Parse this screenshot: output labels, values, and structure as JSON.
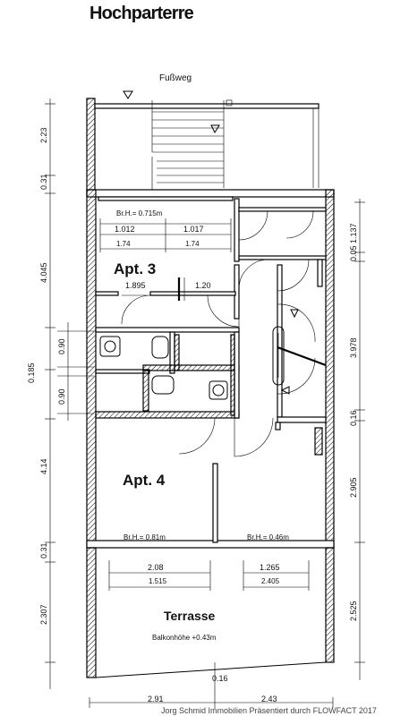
{
  "title": "Hochparterre",
  "street_label": "Fußweg",
  "rooms": {
    "apt3": "Apt. 3",
    "apt4": "Apt. 4",
    "terrace": "Terrasse",
    "balcony_height": "Balkonhöhe +0.43m"
  },
  "window_labels": {
    "top": "Br.H.= 0.715m",
    "bottom_left": "Br.H.= 0.81m",
    "bottom_right": "Br.H.= 0.46m"
  },
  "window_dims": {
    "w1_top": "1.012",
    "w1_bottom": "1.74",
    "w2_top": "1.017",
    "w2_bottom": "1.74",
    "door_a": "1.895",
    "door_b": "1.20",
    "t1_top": "2.08",
    "t1_bottom": "1.515",
    "t2_top": "1.265",
    "t2_bottom": "2.405"
  },
  "left_dims": [
    "2.23",
    "0.31",
    "4.045",
    "0.185",
    "0.90",
    "0.90",
    "4.14",
    "0.31",
    "2.307"
  ],
  "right_dims": [
    "1.137",
    "0.05",
    "3.978",
    "0.16",
    "2.905",
    "2.525"
  ],
  "bottom_dims": {
    "center": "0.16",
    "left": "2.91",
    "right": "2.43"
  },
  "footer": "Jorg Schmid Immobilien Präsentiert durch FLOWFACT 2017"
}
